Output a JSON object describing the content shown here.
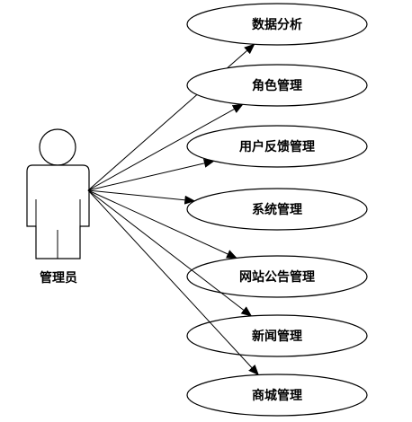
{
  "actor": {
    "label": "管理员"
  },
  "use_cases": [
    {
      "label": "数据分析"
    },
    {
      "label": "角色管理"
    },
    {
      "label": "用户反馈管理"
    },
    {
      "label": "系统管理"
    },
    {
      "label": "网站公告管理"
    },
    {
      "label": "新闻管理"
    },
    {
      "label": "商城管理"
    }
  ]
}
